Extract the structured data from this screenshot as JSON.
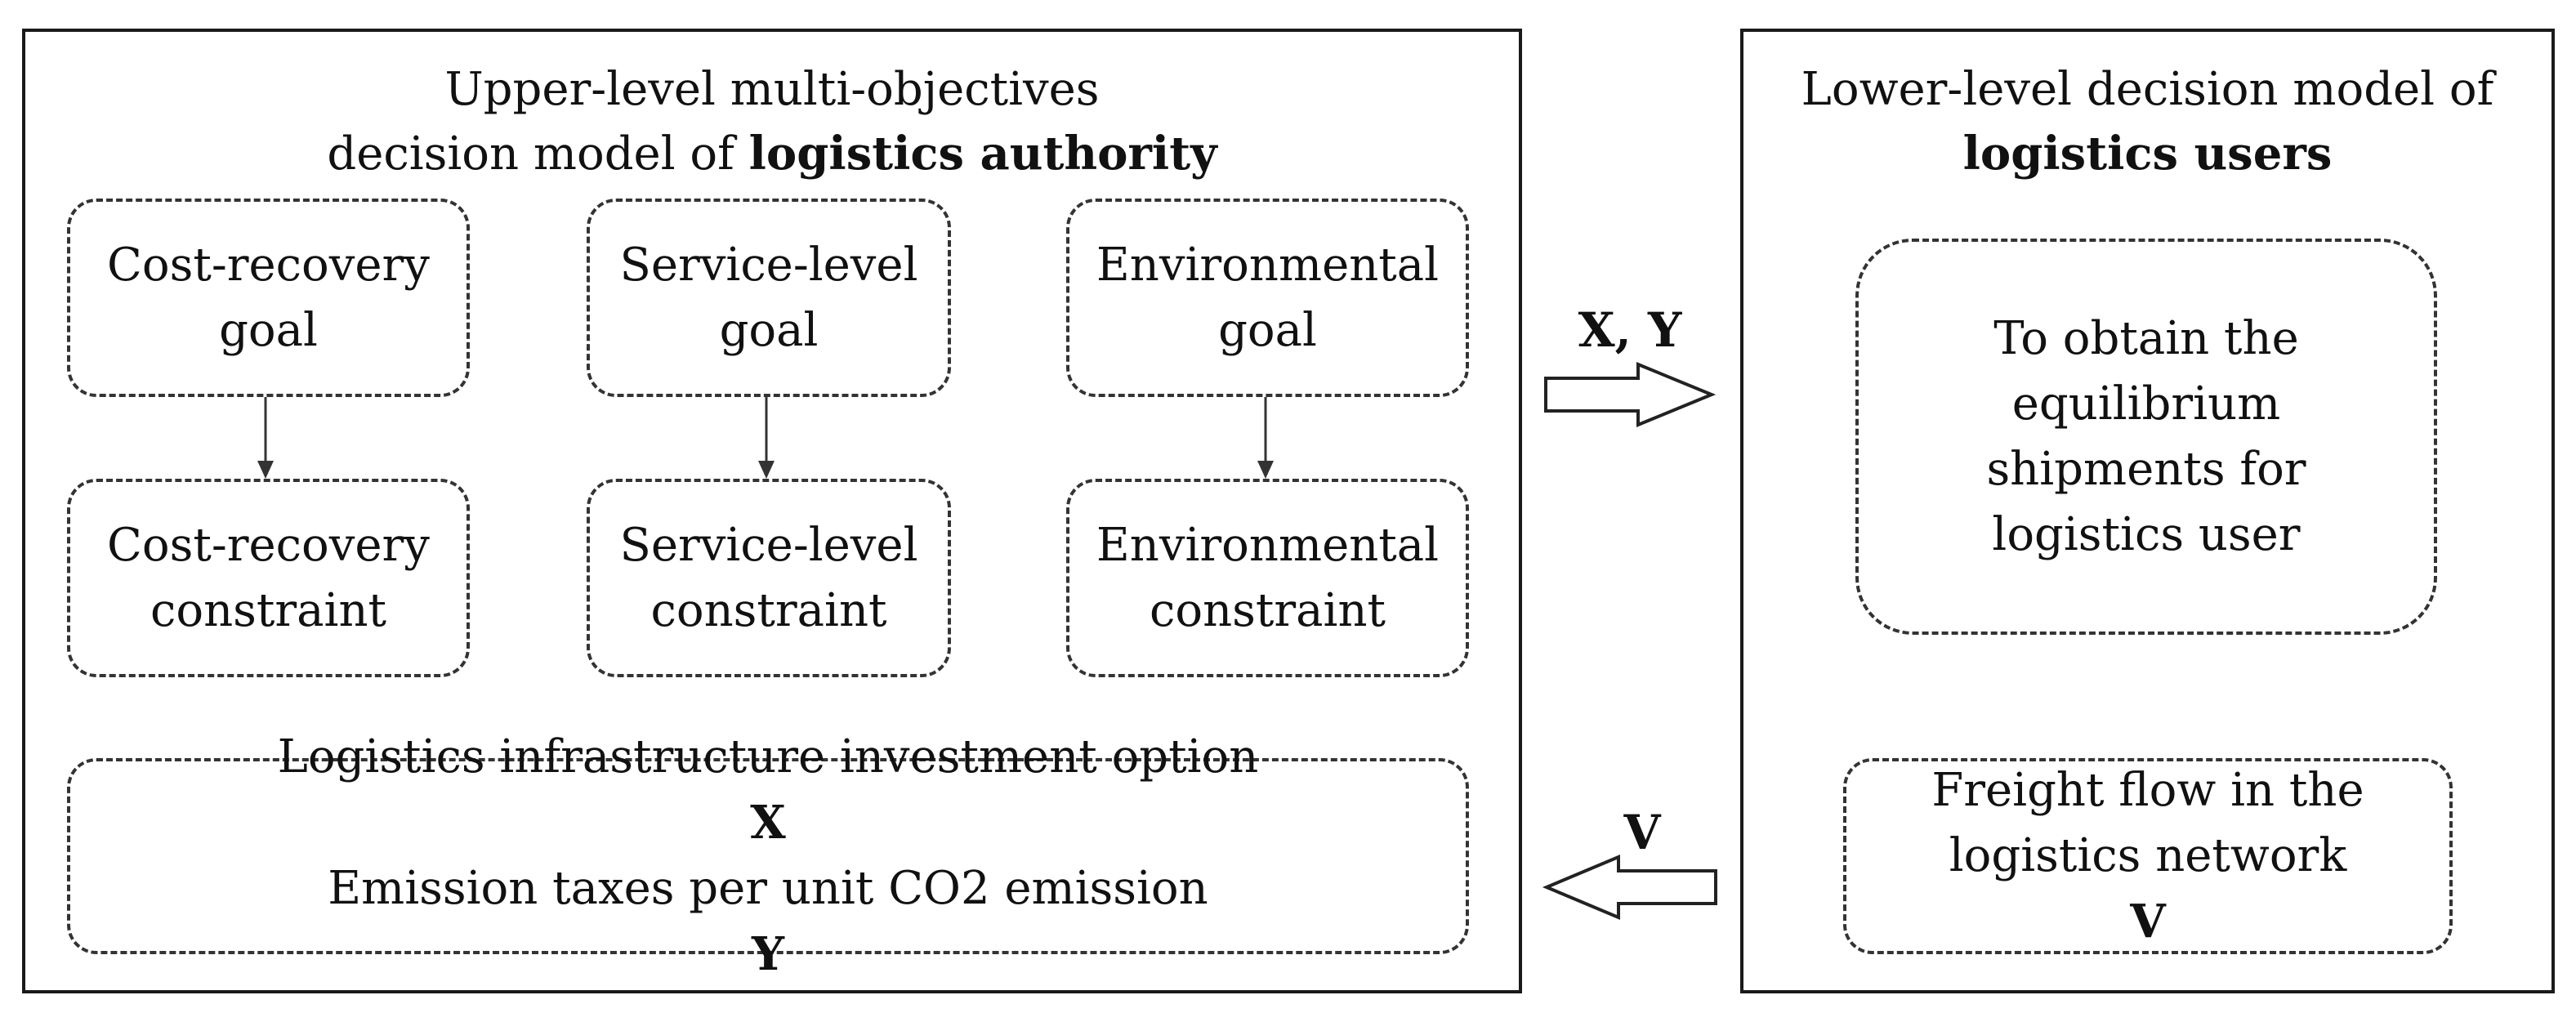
{
  "upper_panel": {
    "title_line1": "Upper-level multi-objectives",
    "title_line2_prefix": "decision model of ",
    "title_line2_bold": "logistics authority",
    "goals": [
      {
        "line1": "Cost-recovery",
        "line2": "goal"
      },
      {
        "line1": "Service-level",
        "line2": "goal"
      },
      {
        "line1": "Environmental",
        "line2": "goal"
      }
    ],
    "constraints": [
      {
        "line1": "Cost-recovery",
        "line2": "constraint"
      },
      {
        "line1": "Service-level",
        "line2": "constraint"
      },
      {
        "line1": "Environmental",
        "line2": "constraint"
      }
    ],
    "options": {
      "line1_prefix": "Logistics infrastructure investment option ",
      "line1_bold": "X",
      "line2_prefix": "Emission taxes per unit CO2 emission ",
      "line2_bold": "Y"
    }
  },
  "lower_panel": {
    "title_line1": "Lower-level decision model of",
    "title_line2_bold": "logistics users",
    "objective": [
      "To obtain the",
      "equilibrium",
      "shipments for",
      "logistics user"
    ],
    "flow": {
      "line1": "Freight flow in the",
      "line2_prefix": "logistics network ",
      "line2_bold": "V"
    }
  },
  "arrows": {
    "right_label": "X, Y",
    "left_label": "V"
  }
}
